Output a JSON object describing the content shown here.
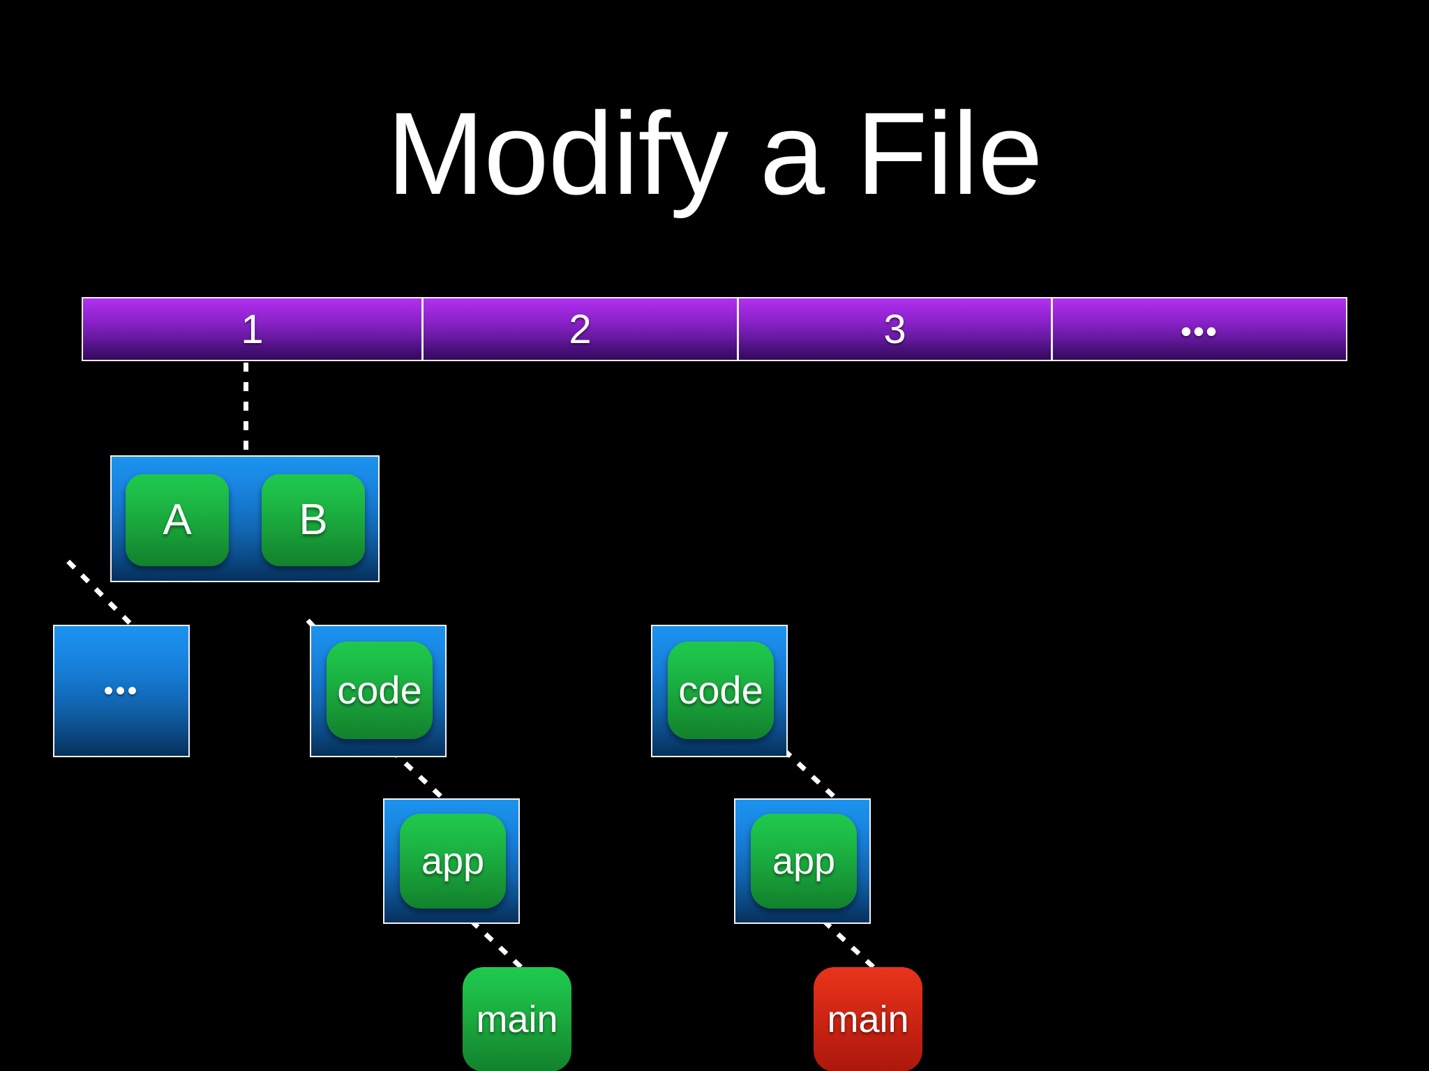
{
  "slide": {
    "title": "Modify a File",
    "background_color": "#000000",
    "title_color": "#ffffff"
  },
  "commit_bar": {
    "name": "commit-history-bar",
    "border_color": "#f2eef6",
    "gradient_top": "#b330f0",
    "gradient_bottom": "#33085a",
    "cells": [
      {
        "label": "1"
      },
      {
        "label": "2"
      },
      {
        "label": "3"
      },
      {
        "label": "•••"
      }
    ]
  },
  "tree": {
    "tree_border_color": "#f4f4f4",
    "tree_gradient_top": "#1b93ee",
    "tree_gradient_bottom": "#06305c",
    "blob_green_top": "#1fc84d",
    "blob_green_bottom": "#12822c",
    "blob_red_top": "#e8341c",
    "blob_red_bottom": "#ad180c",
    "root_tree": {
      "name": "root-tree-object",
      "entries": [
        {
          "label": "A"
        },
        {
          "label": "B"
        }
      ]
    },
    "subtree_a": {
      "name": "subtree-a",
      "entries": [
        {
          "label": "•••"
        }
      ]
    },
    "subtree_b": {
      "name": "subtree-b-old",
      "entries": [
        {
          "label": "code"
        }
      ]
    },
    "subtree_b_new": {
      "name": "subtree-b-new",
      "entries": [
        {
          "label": "code"
        }
      ]
    },
    "app_old": {
      "name": "app-tree-old",
      "entries": [
        {
          "label": "app"
        }
      ]
    },
    "app_new": {
      "name": "app-tree-new",
      "entries": [
        {
          "label": "app"
        }
      ]
    },
    "blob_old": {
      "label": "main",
      "state": "unchanged"
    },
    "blob_new": {
      "label": "main",
      "state": "modified"
    }
  }
}
